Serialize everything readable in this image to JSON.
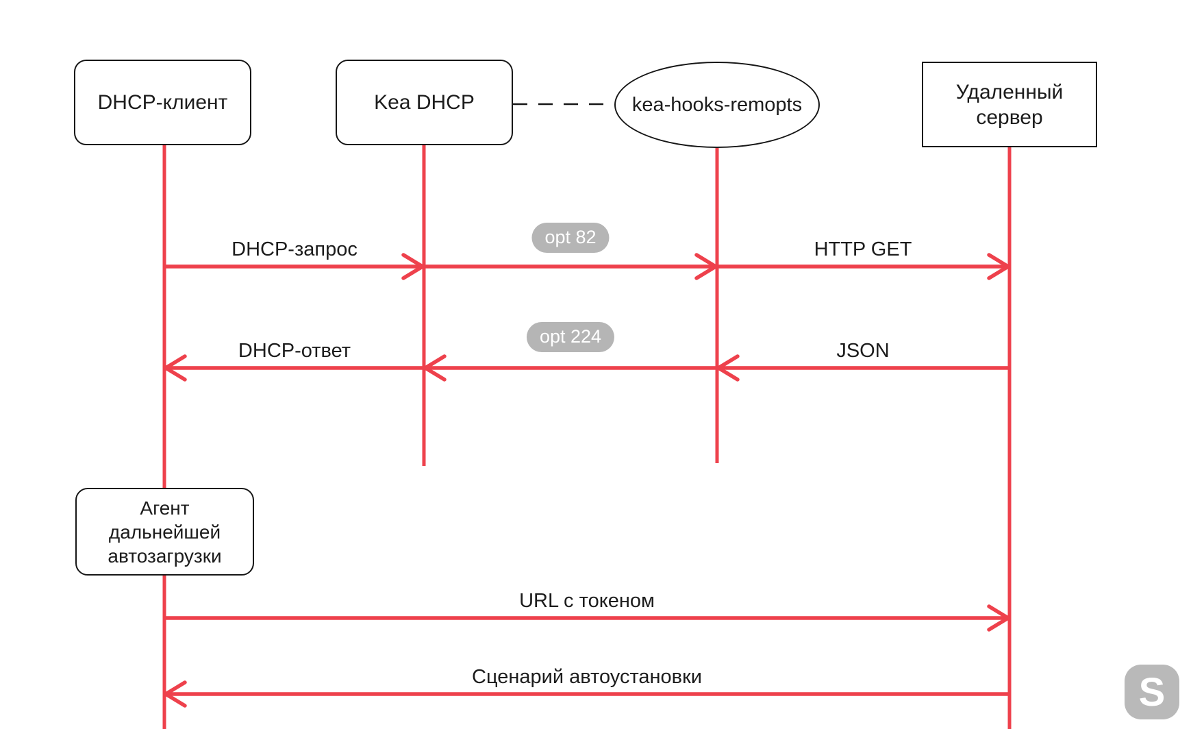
{
  "actors": {
    "dhcp_client": "DHCP-клиент",
    "kea_dhcp": "Kea DHCP",
    "kea_hooks": "kea-hooks-remopts",
    "remote_server_line1": "Удаленный",
    "remote_server_line2": "сервер"
  },
  "agent": {
    "line1": "Агент",
    "line2": "дальнейшей",
    "line3": "автозагрузки"
  },
  "messages": {
    "dhcp_request": "DHCP-запрос",
    "http_get": "HTTP GET",
    "dhcp_response": "DHCP-ответ",
    "json": "JSON",
    "url_token": "URL с токеном",
    "autoinstall": "Сценарий автоустановки"
  },
  "badges": {
    "opt82": "opt 82",
    "opt224": "opt 224"
  },
  "logo": {
    "letter": "S"
  },
  "colors": {
    "arrow_red": "#ee414c",
    "badge_gray": "#b5b5b5",
    "logo_gray": "#b9b9b9",
    "text_black": "#1c1c1c"
  }
}
